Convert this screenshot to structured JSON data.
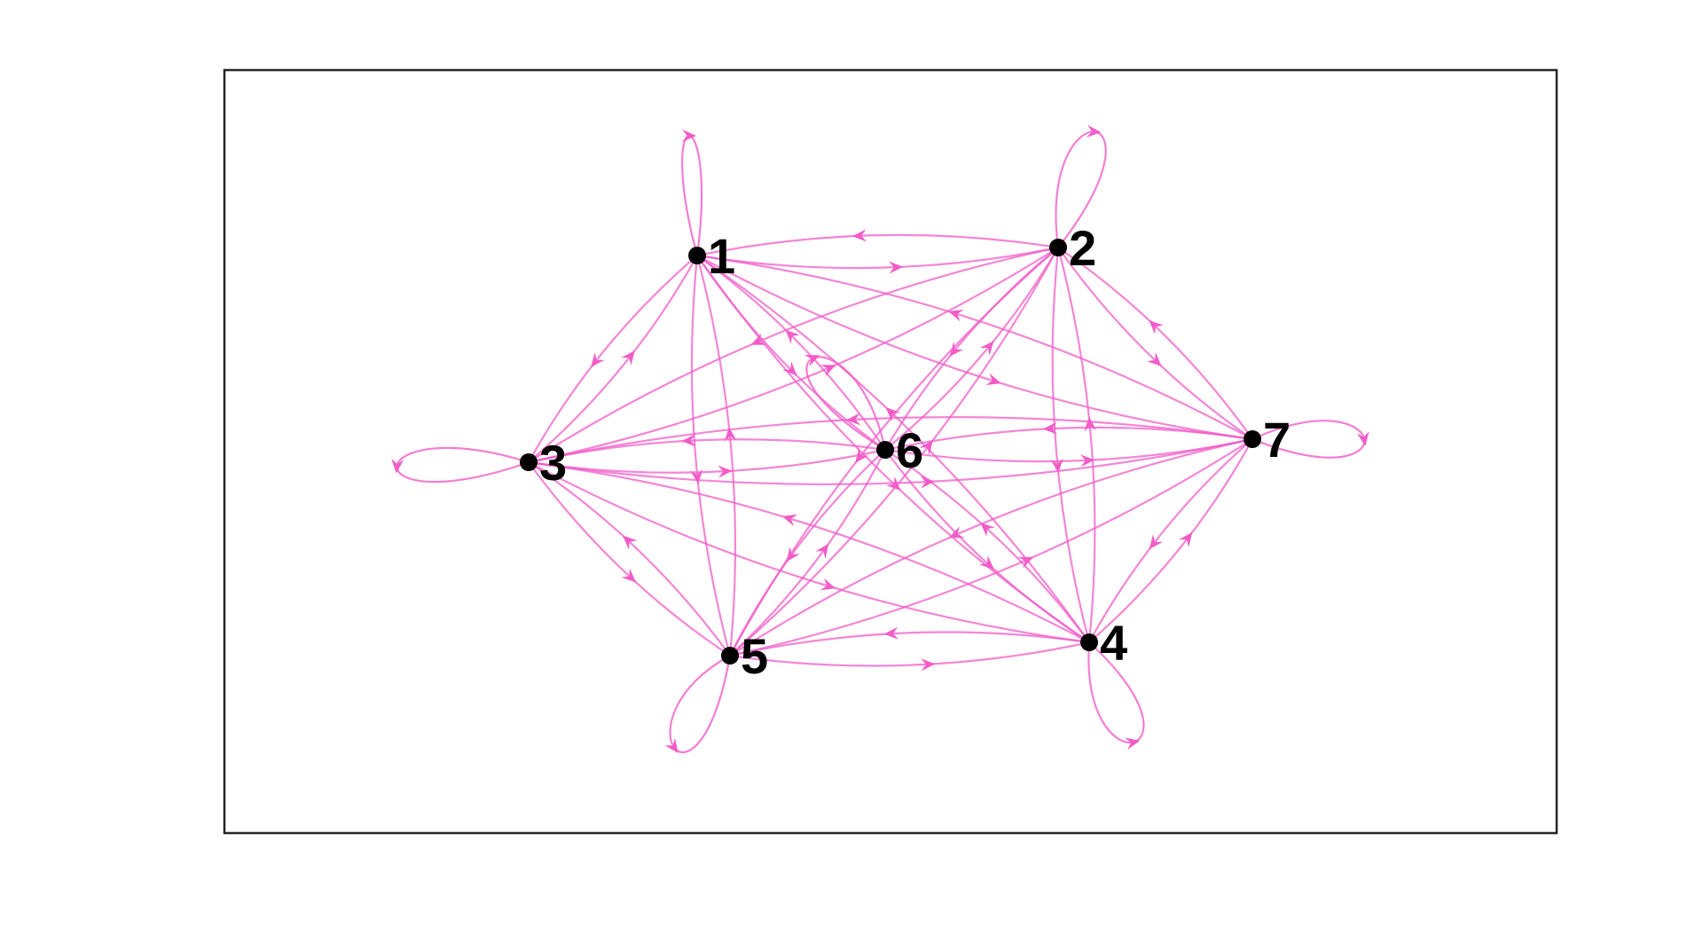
{
  "graph": {
    "type": "directed",
    "edge_color": "#f25cc8",
    "node_color": "#000000",
    "frame_color": "#262626",
    "self_loops": true,
    "nodes": [
      {
        "id": "1",
        "label": "1"
      },
      {
        "id": "2",
        "label": "2"
      },
      {
        "id": "3",
        "label": "3"
      },
      {
        "id": "4",
        "label": "4"
      },
      {
        "id": "5",
        "label": "5"
      },
      {
        "id": "6",
        "label": "6"
      },
      {
        "id": "7",
        "label": "7"
      }
    ]
  }
}
